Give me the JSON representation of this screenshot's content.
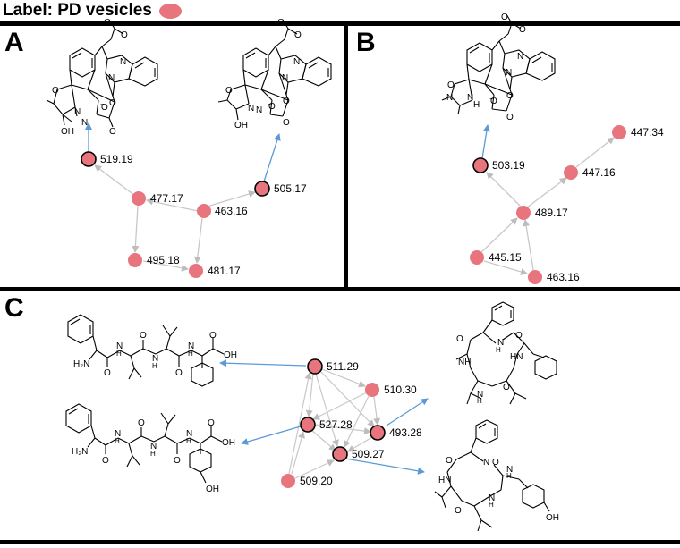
{
  "header": {
    "text": "Label: PD vesicles",
    "dot_color": "#e8757d"
  },
  "panels": {
    "a": "A",
    "b": "B",
    "c": "C"
  },
  "colors": {
    "node": "#e8757d",
    "edge": "#c8c8c8",
    "arrow": "#5b9bd5"
  },
  "network_a": {
    "nodes": [
      {
        "id": "519.19",
        "label": "519.19",
        "ringed": true
      },
      {
        "id": "477.17",
        "label": "477.17",
        "ringed": false
      },
      {
        "id": "463.16",
        "label": "463.16",
        "ringed": false
      },
      {
        "id": "505.17",
        "label": "505.17",
        "ringed": true
      },
      {
        "id": "495.18",
        "label": "495.18",
        "ringed": false
      },
      {
        "id": "481.17",
        "label": "481.17",
        "ringed": false
      }
    ]
  },
  "network_b": {
    "nodes": [
      {
        "id": "503.19",
        "label": "503.19",
        "ringed": true
      },
      {
        "id": "447.34",
        "label": "447.34",
        "ringed": false
      },
      {
        "id": "447.16",
        "label": "447.16",
        "ringed": false
      },
      {
        "id": "489.17",
        "label": "489.17",
        "ringed": false
      },
      {
        "id": "445.15",
        "label": "445.15",
        "ringed": false
      },
      {
        "id": "463.16b",
        "label": "463.16",
        "ringed": false
      }
    ]
  },
  "network_c": {
    "nodes": [
      {
        "id": "511.29",
        "label": "511.29",
        "ringed": true
      },
      {
        "id": "510.30",
        "label": "510.30",
        "ringed": false
      },
      {
        "id": "527.28",
        "label": "527.28",
        "ringed": true
      },
      {
        "id": "493.28",
        "label": "493.28",
        "ringed": true
      },
      {
        "id": "509.27",
        "label": "509.27",
        "ringed": true
      },
      {
        "id": "509.20",
        "label": "509.20",
        "ringed": false
      }
    ]
  },
  "structure_labels": {
    "n": "N",
    "o": "O",
    "oh": "OH",
    "nh": "NH",
    "h2n": "H₂N",
    "minus": "−"
  }
}
